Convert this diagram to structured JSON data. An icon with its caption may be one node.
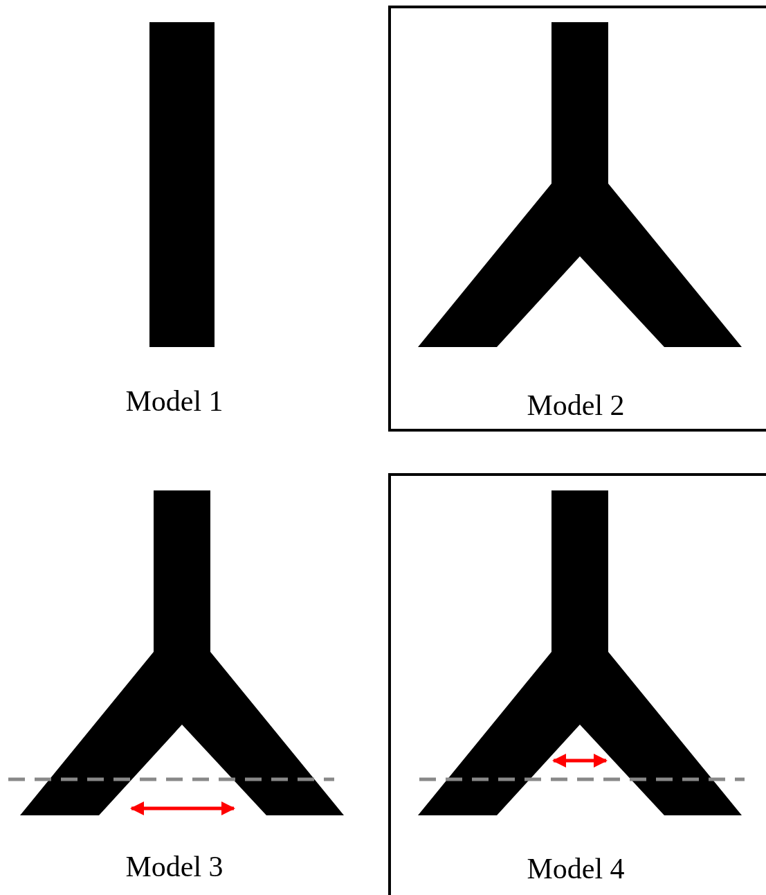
{
  "diagram": {
    "nodes": [
      {
        "text": [
          "Model 2"
        ]
      },
      {
        "text": [
          "Model 4"
        ]
      }
    ],
    "labels": [
      "Model 1",
      "Model 3"
    ]
  }
}
